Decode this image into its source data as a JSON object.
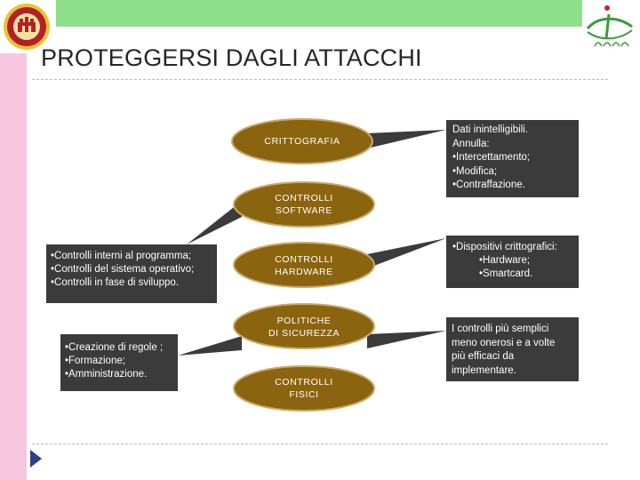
{
  "slide": {
    "title": "PROTEGGERSI DAGLI ATTACCHI",
    "colors": {
      "ellipse_fill": "#8b6410",
      "ellipse_stroke": "#caa866",
      "box_fill": "#3b3b3b",
      "top_bar": "#8ee08a",
      "side_strip": "#f7c6df",
      "seal_red": "#b3202a",
      "seal_gold": "#e8c433",
      "logo_green": "#3a9a3a",
      "logo_red": "#c0282d"
    }
  },
  "logos": {
    "seal_icon": "university-seal-icon",
    "brand_icon": "brand-logo-icon",
    "nav_icon": "play-arrow-icon"
  },
  "diagram": {
    "ellipses": [
      {
        "lines": [
          "CRITTOGRAFIA"
        ]
      },
      {
        "lines": [
          "CONTROLLI",
          "SOFTWARE"
        ]
      },
      {
        "lines": [
          "CONTROLLI",
          "HARDWARE"
        ]
      },
      {
        "lines": [
          "POLITICHE",
          "DI SICUREZZA"
        ]
      },
      {
        "lines": [
          "CONTROLLI",
          "FISICI"
        ]
      }
    ],
    "callouts": {
      "crittografia": [
        "Dati inintelligibili.",
        "Annulla:",
        "•Intercettamento;",
        "•Modifica;",
        "•Contraffazione."
      ],
      "software": [
        "•Controlli interni al programma;",
        "•Controlli del sistema operativo;",
        "•Controlli in fase di sviluppo."
      ],
      "hardware": [
        "•Dispositivi crittografici:",
        "•Hardware;",
        "•Smartcard."
      ],
      "politiche": [
        "•Creazione di regole ;",
        "•Formazione;",
        "•Amministrazione."
      ],
      "fisici": [
        "I controlli più semplici",
        "meno onerosi e a volte",
        "più efficaci da",
        "implementare."
      ]
    }
  }
}
